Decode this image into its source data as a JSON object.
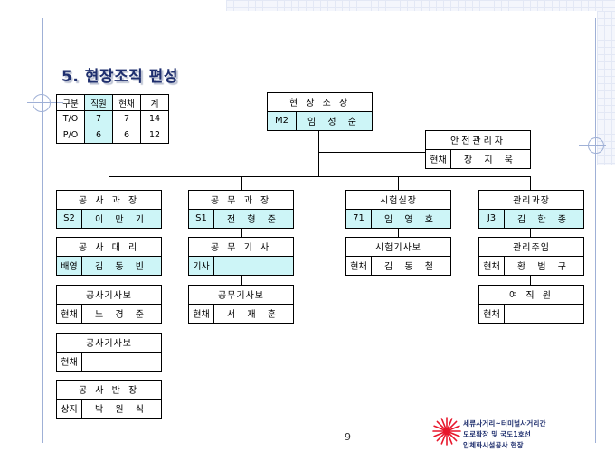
{
  "title": "5. 현장조직 편성",
  "stats": {
    "headers": [
      "구분",
      "직원",
      "현채",
      "계"
    ],
    "rows": [
      {
        "label": "T/O",
        "a": "7",
        "b": "7",
        "c": "14"
      },
      {
        "label": "P/O",
        "a": "6",
        "b": "6",
        "c": "12"
      }
    ]
  },
  "org": {
    "director": {
      "title": "현 장 소 장",
      "label": "M2",
      "name": "임 성 순"
    },
    "safety": {
      "title": "안전관리자",
      "label": "현채",
      "name": "장 지 욱"
    },
    "construct": {
      "title": "공 사 과 장",
      "label": "S2",
      "name": "이 만 기"
    },
    "construct2": {
      "title": "공 사 대 리",
      "label": "배영",
      "name": "김 동 빈"
    },
    "construct3": {
      "title": "공사기사보",
      "label": "현채",
      "name": "노 경 준"
    },
    "construct4": {
      "title": "공사기사보",
      "label": "현채",
      "name": ""
    },
    "construct5": {
      "title": "공 사 반 장",
      "label": "상지",
      "name": "박 원 식"
    },
    "works": {
      "title": "공 무 과 장",
      "label": "S1",
      "name": "전 형 준"
    },
    "works2": {
      "title": "공 무 기 사",
      "label": "기사",
      "name": ""
    },
    "works3": {
      "title": "공무기사보",
      "label": "현채",
      "name": "서 재 훈"
    },
    "lab": {
      "title": "시험실장",
      "label": "71",
      "name": "임 영 호"
    },
    "lab2": {
      "title": "시험기사보",
      "label": "현채",
      "name": "김 동 철"
    },
    "admin": {
      "title": "관리과장",
      "label": "J3",
      "name": "김 한 종"
    },
    "admin2": {
      "title": "관리주임",
      "label": "현채",
      "name": "황 범 구"
    },
    "admin3": {
      "title": "여 직 원",
      "label": "현채",
      "name": ""
    }
  },
  "page_number": "9",
  "footer": {
    "line1": "세류사거리~터미널사거리간",
    "line2": "도로확장 및 국도1호선",
    "line3": "입체화시설공사 현장"
  },
  "colors": {
    "title": "#1f2f6e",
    "highlight": "#cdf5f7",
    "decoration": "#9fb0d6",
    "logo": "#e8172b"
  }
}
